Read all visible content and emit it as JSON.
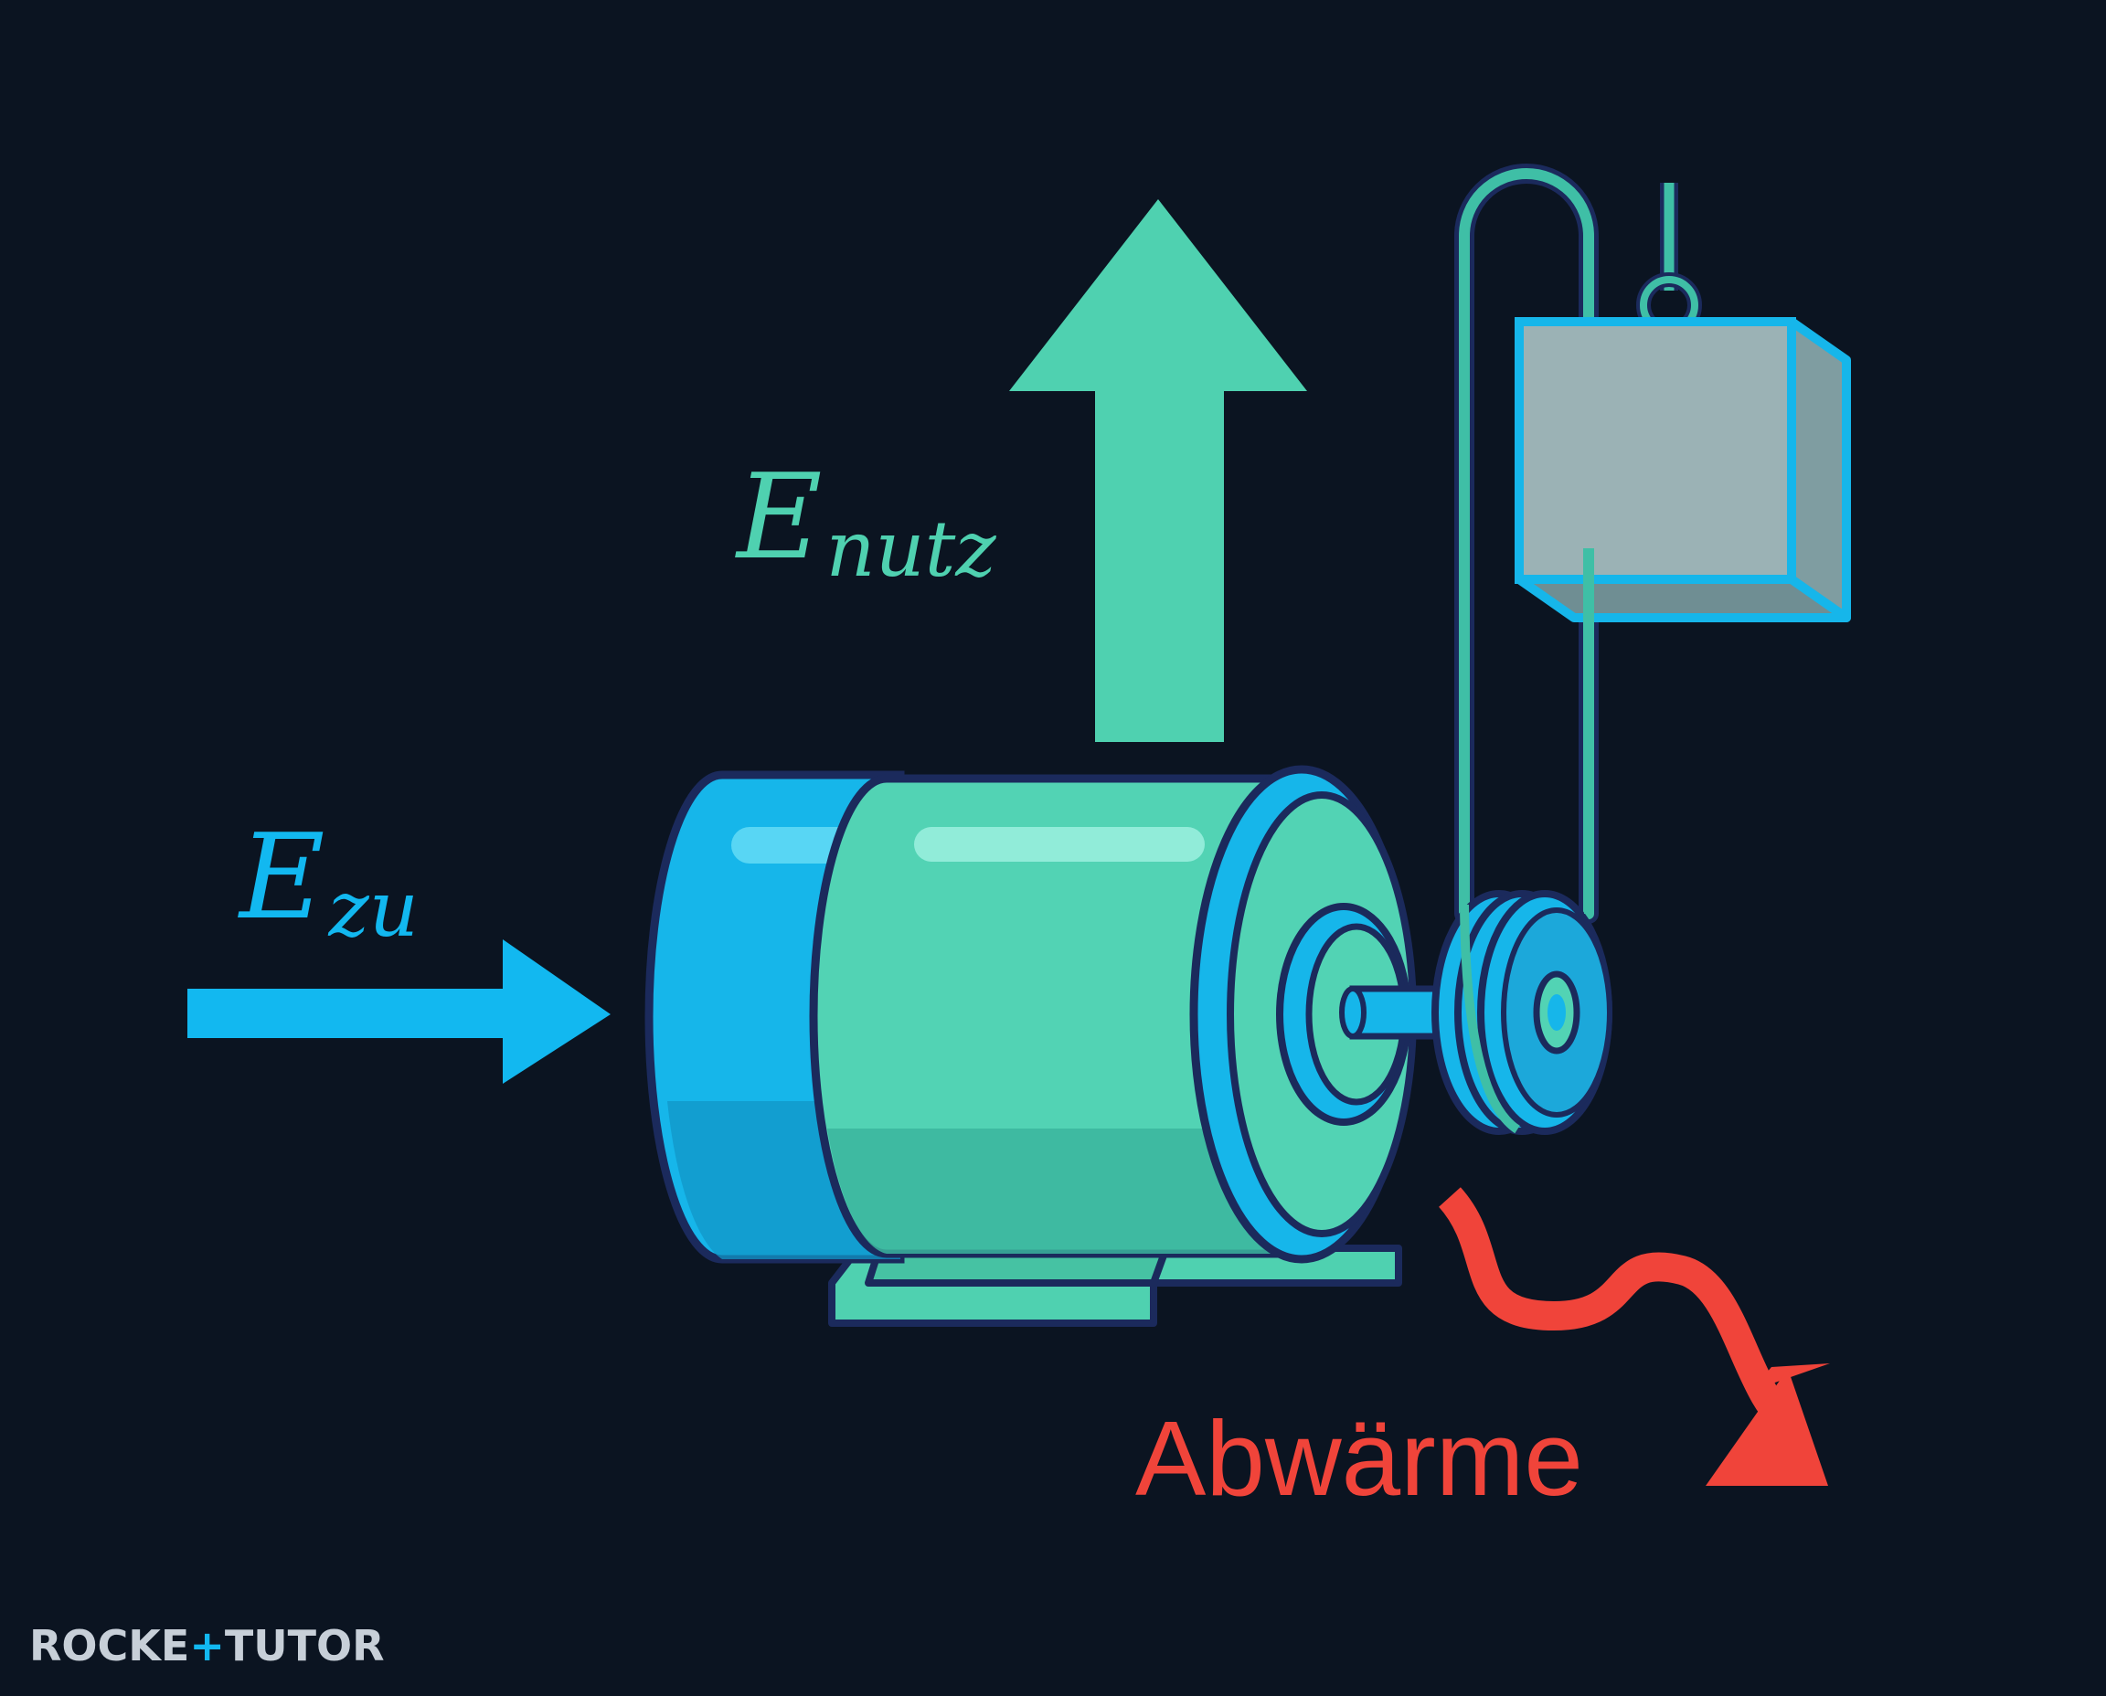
{
  "labels": {
    "energy_in": {
      "symbol": "E",
      "subscript": "zu"
    },
    "energy_useful": {
      "symbol": "E",
      "subscript": "nutz"
    },
    "waste_heat": "Abwärme"
  },
  "logo": {
    "part1": "ROCKE",
    "part2": "TUTO",
    "part3": "R"
  },
  "colors": {
    "background": "#0b1421",
    "input_arrow": "#12b8f0",
    "useful_arrow": "#4fd1b0",
    "heat_arrow": "#f0443a",
    "motor_body": "#52d3b4",
    "motor_cap": "#16b6ea",
    "outline": "#1b2a5c",
    "weight_box": "#9bb2b5",
    "logo_text": "#c7cfd8",
    "logo_accent": "#12b8f0"
  }
}
